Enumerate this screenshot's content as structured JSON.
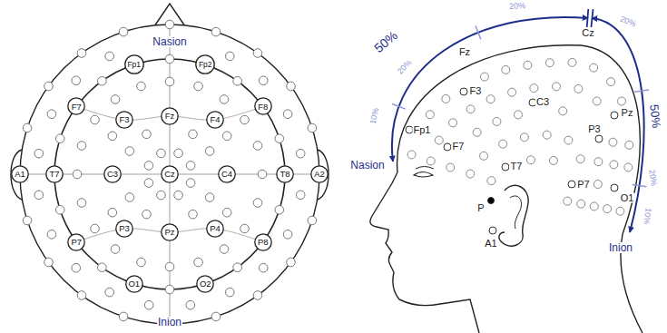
{
  "diagram": {
    "nodes": [
      {
        "text": [
          "Fp1"
        ]
      },
      {
        "text": [
          "Fp2"
        ]
      },
      {
        "text": [
          "F7"
        ]
      },
      {
        "text": [
          "F3"
        ]
      },
      {
        "text": [
          "Fz"
        ]
      },
      {
        "text": [
          "F4"
        ]
      },
      {
        "text": [
          "F8"
        ]
      },
      {
        "text": [
          "A1"
        ]
      },
      {
        "text": [
          "T7"
        ]
      },
      {
        "text": [
          "C3"
        ]
      },
      {
        "text": [
          "Cz"
        ]
      },
      {
        "text": [
          "C4"
        ]
      },
      {
        "text": [
          "T8"
        ]
      },
      {
        "text": [
          "A2"
        ]
      },
      {
        "text": [
          "P7"
        ]
      },
      {
        "text": [
          "P3"
        ]
      },
      {
        "text": [
          "Pz"
        ]
      },
      {
        "text": [
          "P4"
        ]
      },
      {
        "text": [
          "P8"
        ]
      },
      {
        "text": [
          "O1"
        ]
      },
      {
        "text": [
          "O2"
        ]
      }
    ],
    "labels": [
      "Nasion",
      "Inion",
      "50%",
      "20%",
      "20%",
      "10%",
      "Fz",
      "Cz",
      "50%",
      "20%",
      "20%",
      "10%",
      "F3",
      "C3",
      "Fp1",
      "F7",
      "T7",
      "P3",
      "Pz",
      "P7",
      "O1",
      "Nasion",
      "P",
      "A1",
      "Inion"
    ]
  }
}
